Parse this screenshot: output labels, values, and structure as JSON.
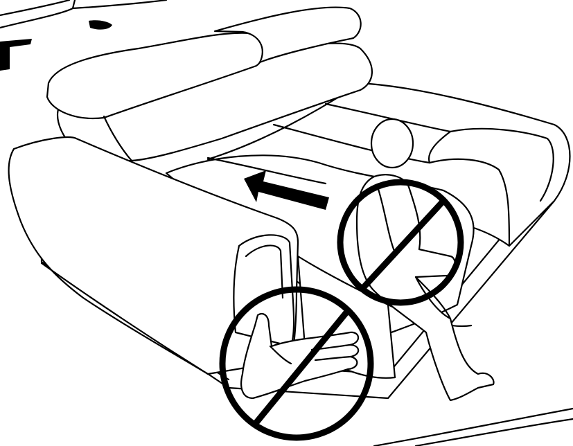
{
  "figure": {
    "type": "assembly-warning-illustration",
    "subject": "sofa",
    "ink_color": "#000000",
    "background_color": "#ffffff",
    "icons": [
      "sofa",
      "direction-arrow",
      "seated-person",
      "prohibited-hand",
      "prohibition-sign"
    ],
    "prohibition_count": 2
  }
}
